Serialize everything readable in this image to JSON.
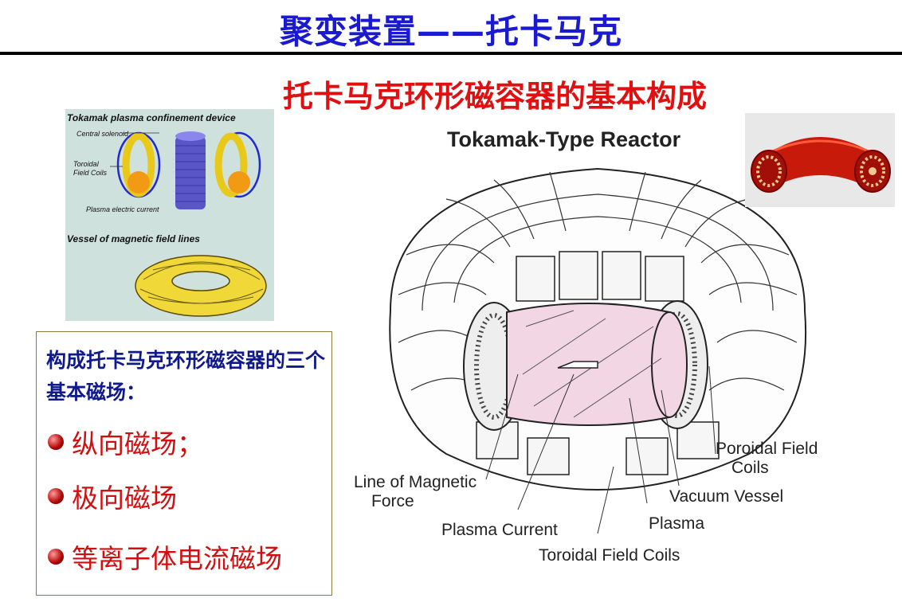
{
  "header": {
    "title": "聚变装置——托卡马克",
    "subtitle": "托卡马克环形磁容器的基本构成"
  },
  "inset": {
    "heading": "Tokamak plasma confinement device",
    "solenoid_label": "Central solenoid",
    "coils_label_1": "Toroidal",
    "coils_label_2": "Field Coils",
    "current_label": "Plasma electric current",
    "vessel_heading": "Vessel of magnetic field lines"
  },
  "textbox": {
    "intro": "构成托卡马克环形磁容器的三个基本磁场：",
    "bullets": [
      "纵向磁场；",
      "极向磁场",
      "等离子体电流磁场"
    ]
  },
  "diagram": {
    "title": "Tokamak-Type Reactor",
    "labels": {
      "poloidal_1": "Poroidal Field",
      "poloidal_2": "Coils",
      "line_of_force_1": "Line of Magnetic",
      "line_of_force_2": "Force",
      "vacuum_vessel": "Vacuum Vessel",
      "plasma": "Plasma",
      "plasma_current": "Plasma Current",
      "toroidal_coils": "Toroidal Field Coils"
    }
  },
  "colors": {
    "title": "#1a1ad0",
    "subtitle": "#e01010",
    "plasma": "#f2d6e4",
    "coil_yellow": "#f0d838",
    "solenoid": "#5a56c8"
  }
}
